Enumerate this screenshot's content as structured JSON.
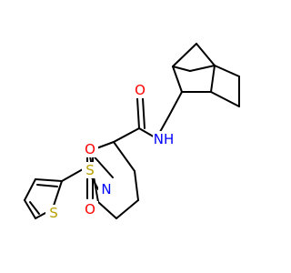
{
  "molecule": {
    "atoms": {
      "O": "O",
      "NH": "NH",
      "N": "N",
      "S_sulfonyl": "S",
      "O_sulfonyl_top": "O",
      "O_sulfonyl_bottom": "O",
      "S_thiophene": "S"
    },
    "colors": {
      "bond": "#000000",
      "O": "#ff0000",
      "N": "#0000ff",
      "S": "#b8a000",
      "background": "#ffffff"
    }
  }
}
